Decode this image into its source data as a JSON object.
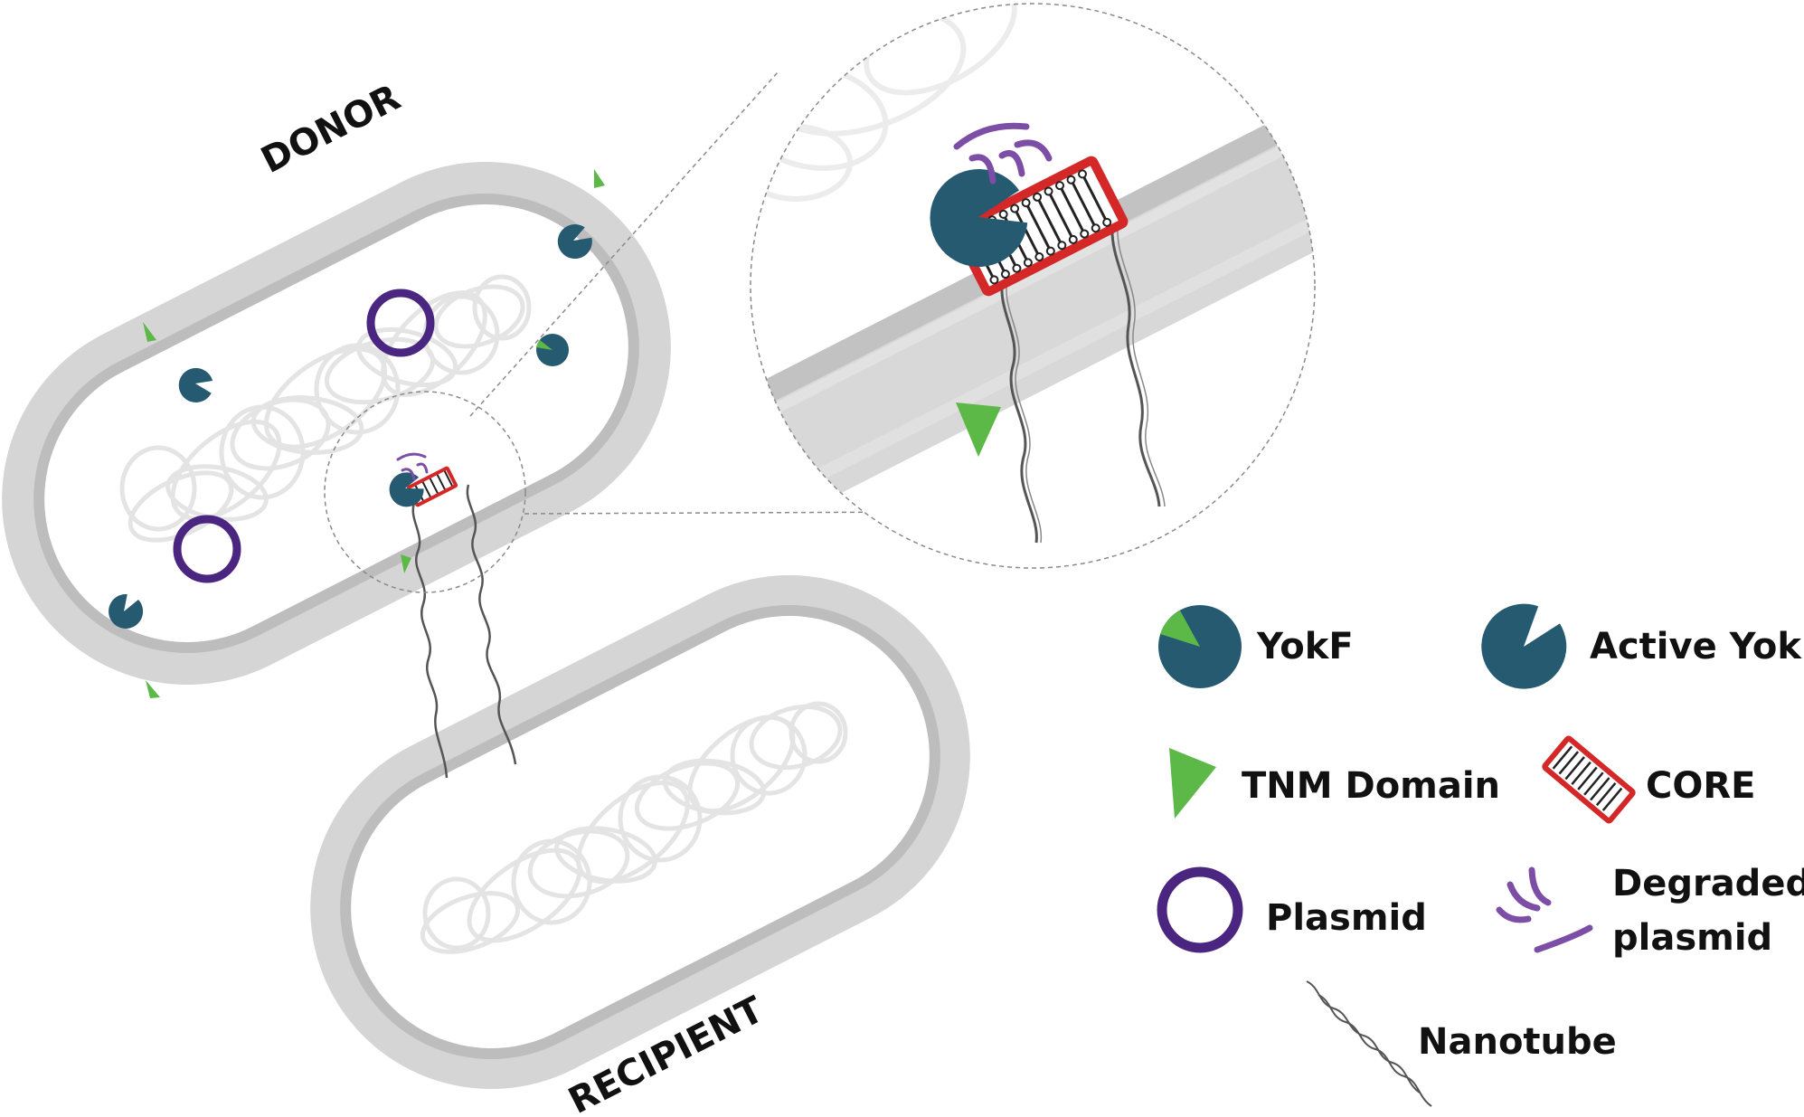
{
  "labels": {
    "donor": "DONOR",
    "recipient": "RECIPIENT"
  },
  "legend": {
    "yokf": "YokF",
    "active_yokf": "Active YokF",
    "tnm_domain": "TNM Domain",
    "core": "CORE",
    "plasmid": "Plasmid",
    "degraded_line1": "Degraded",
    "degraded_line2": "plasmid",
    "nanotube": "Nanotube"
  },
  "colors": {
    "yokf": "#255a70",
    "tnm": "#5cb847",
    "plasmid": "#4b2680",
    "degraded": "#7d4ea6",
    "core": "#d42828",
    "membrane": "#d5d5d5",
    "membrane_inner": "#bdbdbd",
    "chromosome": "#e4e4e4",
    "nanotube": "#555555"
  },
  "icons": [
    "yokf-icon",
    "active-yokf-icon",
    "tnm-domain-icon",
    "core-icon",
    "plasmid-icon",
    "degraded-plasmid-icon",
    "nanotube-icon"
  ]
}
